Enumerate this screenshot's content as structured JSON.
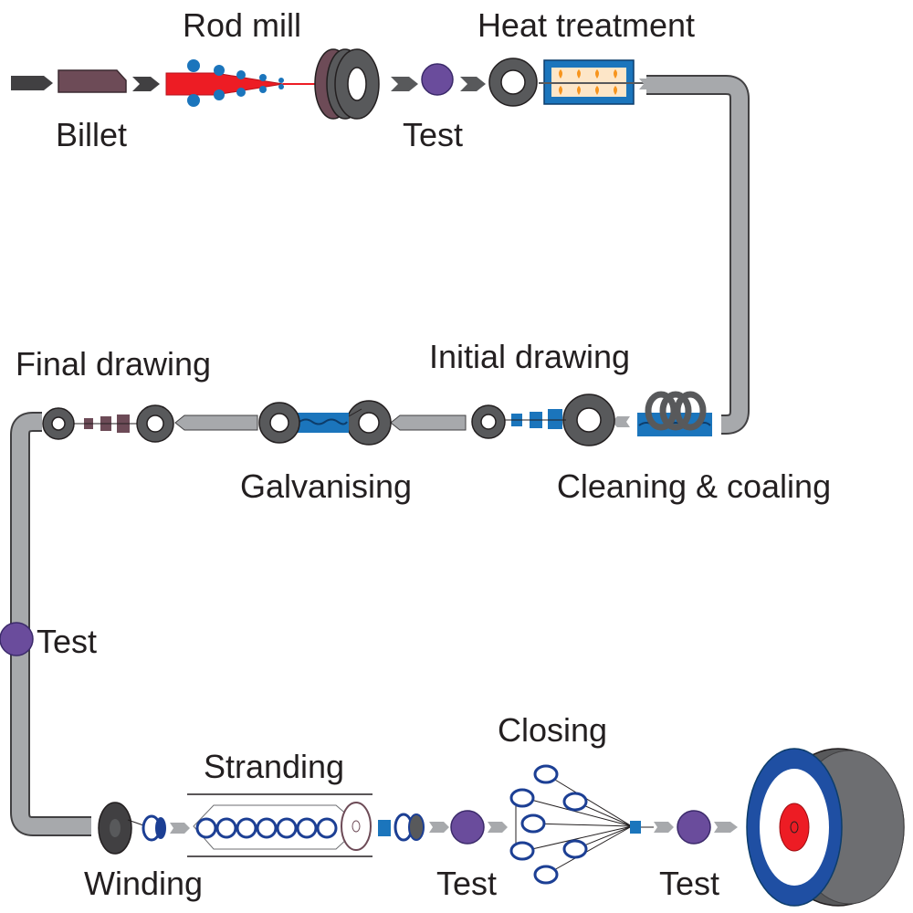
{
  "labels": {
    "billet": "Billet",
    "rod_mill": "Rod mill",
    "test_1": "Test",
    "heat_treatment": "Heat treatment",
    "initial_drawing": "Initial drawing",
    "cleaning_coating": "Cleaning & coaling",
    "galvanising": "Galvanising",
    "final_drawing": "Final drawing",
    "test_2": "Test",
    "winding": "Winding",
    "stranding": "Stranding",
    "test_3": "Test",
    "closing": "Closing",
    "test_4": "Test"
  },
  "colors": {
    "pipe": "#a7a9ac",
    "pipe_dark": "#58595b",
    "coil": "#58595b",
    "test_dot": "#6a4c9c",
    "billet": "#6d4b57",
    "rod_red": "#ed1c24",
    "blue": "#1b75bc",
    "navy": "#1c3f94",
    "drum_blue": "#1f4fa3",
    "arrow": "#a7a9ac",
    "arrow_dark": "#414042"
  }
}
